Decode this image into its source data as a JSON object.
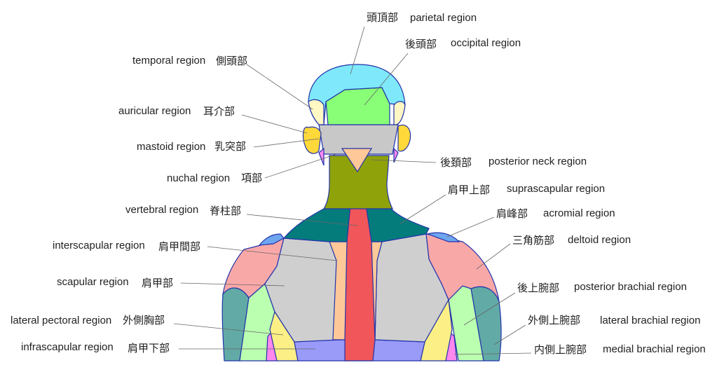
{
  "colors": {
    "parietal": "#7fe9fb",
    "occipital": "#88ff77",
    "temporal": "#fff7c4",
    "auricular": "#ffd83a",
    "mastoid": "#c8c8c8",
    "nuchal": "#8fa20a",
    "suprascapular": "#057c7c",
    "vertebral": "#f0565a",
    "interscapular": "#ffc898",
    "scapular": "#cfcfcf",
    "deltoid": "#f9a8a8",
    "acromial": "#6ea6f0",
    "posterior_brachial": "#bbffb0",
    "lateral_brachial": "#62aaa6",
    "infrascapular": "#9a9af8",
    "lateral_pectoral": "#fbef85",
    "medial_brachial": "#ff88ee",
    "outline": "#2233aa"
  },
  "labels": {
    "parietal": {
      "jp": "頭頂部",
      "en": "parietal region"
    },
    "occipital": {
      "jp": "後頭部",
      "en": "occipital region"
    },
    "temporal": {
      "en": "temporal region",
      "jp": "側頭部"
    },
    "auricular": {
      "en": "auricular region",
      "jp": "耳介部"
    },
    "mastoid": {
      "en": "mastoid region",
      "jp": "乳突部"
    },
    "nuchal": {
      "en": "nuchal region",
      "jp": "項部"
    },
    "posterior_neck": {
      "jp": "後頚部",
      "en": "posterior neck region"
    },
    "suprascapular": {
      "jp": "肩甲上部",
      "en": "suprascapular region"
    },
    "vertebral": {
      "en": "vertebral region",
      "jp": "脊柱部"
    },
    "acromial": {
      "jp": "肩峰部",
      "en": "acromial region"
    },
    "interscapular": {
      "en": "interscapular region",
      "jp": "肩甲間部"
    },
    "deltoid": {
      "jp": "三角筋部",
      "en": "deltoid region"
    },
    "scapular": {
      "en": "scapular region",
      "jp": "肩甲部"
    },
    "posterior_brachial": {
      "jp": "後上腕部",
      "en": "posterior brachial region"
    },
    "lateral_pectoral": {
      "en": "lateral pectoral region",
      "jp": "外側胸部"
    },
    "lateral_brachial": {
      "jp": "外側上腕部",
      "en": "lateral brachial region"
    },
    "infrascapular": {
      "en": "infrascapular region",
      "jp": "肩甲下部"
    },
    "medial_brachial": {
      "jp": "内側上腕部",
      "en": "medial brachial region"
    }
  }
}
